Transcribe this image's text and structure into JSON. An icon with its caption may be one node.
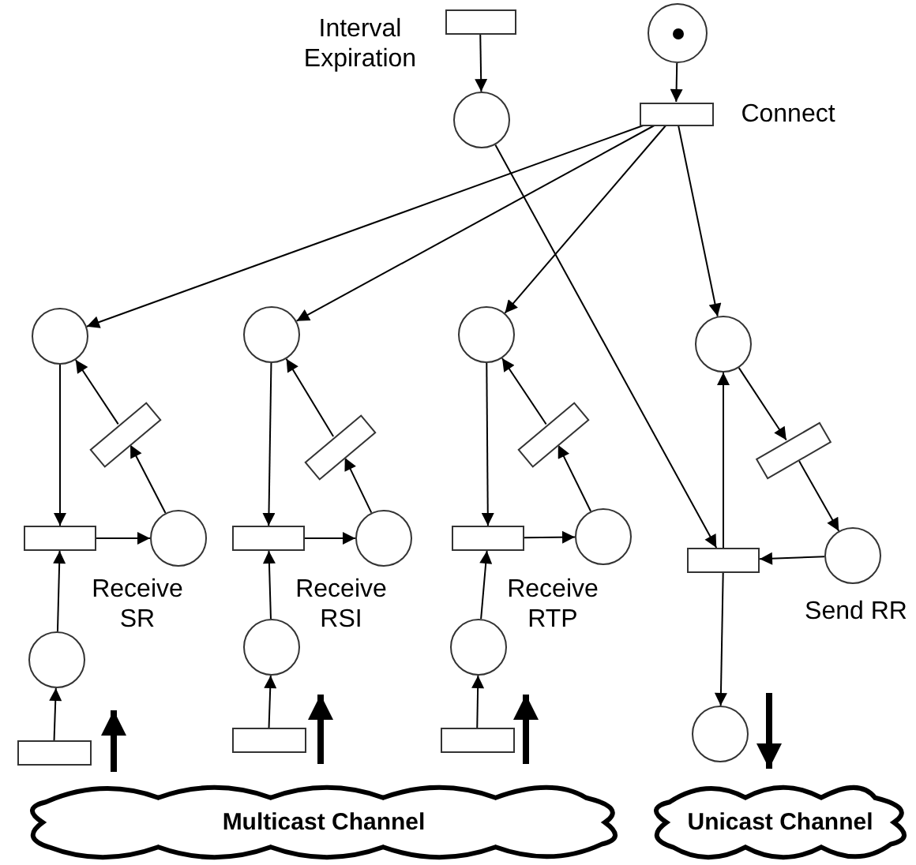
{
  "diagram": {
    "nodes": [
      {
        "text": [],
        "shape": "bar",
        "beside": [
          "Interval Expiration"
        ]
      },
      {
        "text": [],
        "shape": "circle"
      },
      {
        "text": [],
        "shape": "circle"
      },
      {
        "text": [],
        "shape": "bar",
        "beside": [
          "Connect"
        ]
      },
      {
        "text": [],
        "shape": "circle"
      },
      {
        "text": [],
        "shape": "circle"
      },
      {
        "text": [],
        "shape": "circle"
      },
      {
        "text": [],
        "shape": "circle"
      },
      {
        "text": [],
        "shape": "bar"
      },
      {
        "text": [],
        "shape": "bar"
      },
      {
        "text": [],
        "shape": "bar"
      },
      {
        "text": [],
        "shape": "bar"
      },
      {
        "text": [],
        "shape": "bar"
      },
      {
        "text": [],
        "shape": "circle"
      },
      {
        "text": [],
        "shape": "bar"
      },
      {
        "text": [],
        "shape": "circle"
      },
      {
        "text": [],
        "shape": "bar"
      },
      {
        "text": [],
        "shape": "circle"
      },
      {
        "text": [],
        "shape": "bar"
      },
      {
        "text": [],
        "shape": "circle",
        "beside": [
          "Send RR"
        ]
      },
      {
        "text": [],
        "shape": "circle"
      },
      {
        "text": [],
        "shape": "circle"
      },
      {
        "text": [],
        "shape": "circle"
      },
      {
        "text": [],
        "shape": "bar"
      },
      {
        "text": [],
        "shape": "bar"
      },
      {
        "text": [],
        "shape": "bar"
      },
      {
        "text": [],
        "shape": "circle"
      },
      {
        "text": [
          "Multicast Channel"
        ]
      },
      {
        "text": [
          "Unicast Channel"
        ]
      }
    ],
    "edges": [
      {
        "from": 0,
        "to": 2,
        "arrow": "to"
      },
      {
        "from": 1,
        "to": 3,
        "arrow": "to"
      },
      {
        "from": 3,
        "to": 4,
        "arrow": "to"
      },
      {
        "from": 3,
        "to": 5,
        "arrow": "to"
      },
      {
        "from": 3,
        "to": 6,
        "arrow": "to"
      },
      {
        "from": 3,
        "to": 7,
        "arrow": "to"
      },
      {
        "from": 2,
        "to": 18,
        "arrow": "to"
      },
      {
        "from": 4,
        "to": 12,
        "arrow": "to"
      },
      {
        "from": 5,
        "to": 14,
        "arrow": "to"
      },
      {
        "from": 6,
        "to": 16,
        "arrow": "to"
      },
      {
        "from": 12,
        "to": 13,
        "arrow": "to"
      },
      {
        "from": 14,
        "to": 15,
        "arrow": "to"
      },
      {
        "from": 16,
        "to": 17,
        "arrow": "to"
      },
      {
        "from": 13,
        "to": 8,
        "arrow": "to"
      },
      {
        "from": 8,
        "to": 4,
        "arrow": "to"
      },
      {
        "from": 15,
        "to": 9,
        "arrow": "to"
      },
      {
        "from": 9,
        "to": 5,
        "arrow": "to"
      },
      {
        "from": 17,
        "to": 10,
        "arrow": "to"
      },
      {
        "from": 10,
        "to": 6,
        "arrow": "to"
      },
      {
        "from": 7,
        "to": 11,
        "arrow": "to"
      },
      {
        "from": 11,
        "to": 19,
        "arrow": "to"
      },
      {
        "from": 19,
        "to": 18,
        "arrow": "to"
      },
      {
        "from": 18,
        "to": 7,
        "arrow": "to"
      },
      {
        "from": 18,
        "to": 26,
        "arrow": "to"
      },
      {
        "from": 23,
        "to": 20,
        "arrow": "to"
      },
      {
        "from": 20,
        "to": 12,
        "arrow": "to"
      },
      {
        "from": 24,
        "to": 21,
        "arrow": "to"
      },
      {
        "from": 21,
        "to": 14,
        "arrow": "to"
      },
      {
        "from": 25,
        "to": 22,
        "arrow": "to"
      },
      {
        "from": 22,
        "to": 16,
        "arrow": "to"
      }
    ],
    "labels": [
      "Receive SR",
      "Receive RSI",
      "Receive RTP"
    ]
  }
}
